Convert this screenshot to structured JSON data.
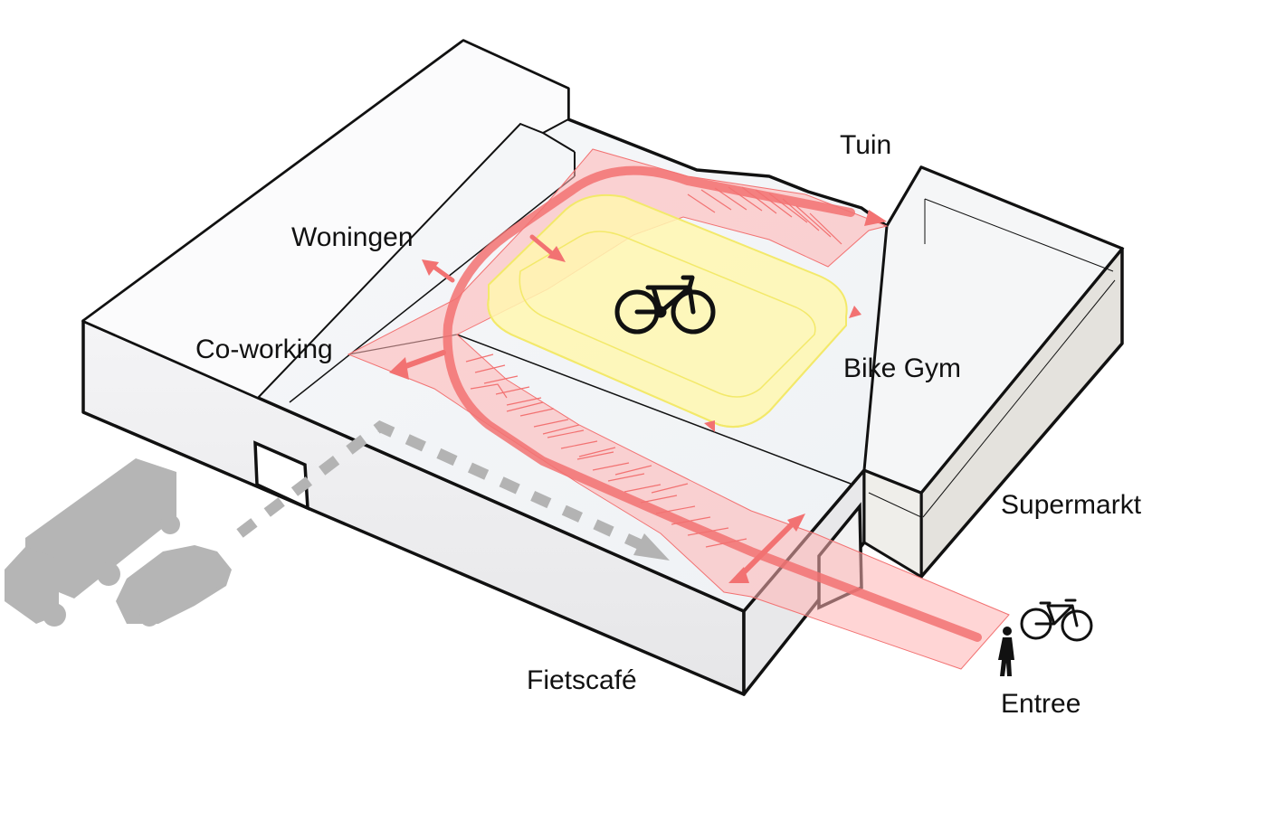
{
  "labels": {
    "tuin": "Tuin",
    "woningen": "Woningen",
    "co_working": "Co-working",
    "bike_gym": "Bike Gym",
    "supermarkt": "Supermarkt",
    "fietscafe": "Fietscafé",
    "entree": "Entree"
  },
  "colors": {
    "outline": "#111111",
    "route_red": "#f27272",
    "route_fill": "#ffb3b3",
    "gym_yellow": "#f3e96a",
    "gym_fill": "#fff7b0",
    "vehicle_gray": "#b5b5b5",
    "dash_gray": "#b3b3b3"
  },
  "icons": [
    "bicycle-icon",
    "pedestrian-icon",
    "truck-icon",
    "car-icon"
  ]
}
